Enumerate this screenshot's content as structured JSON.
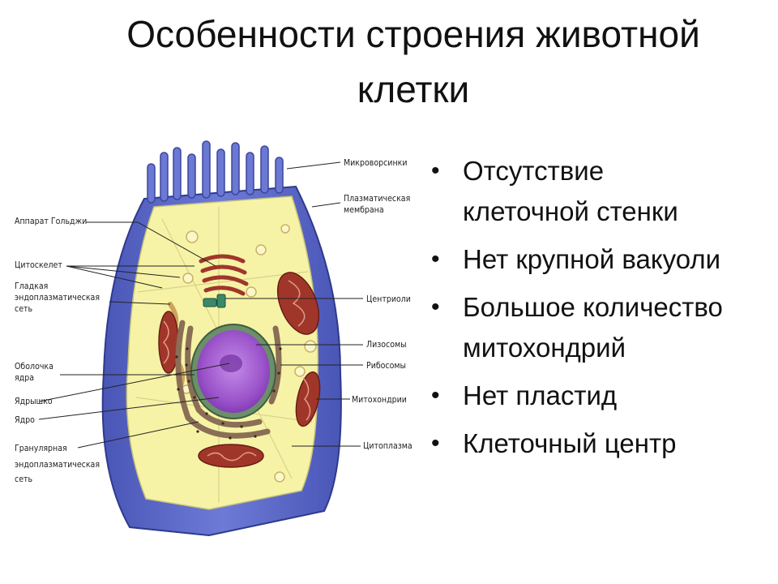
{
  "title": {
    "line1": "Особенности строения животной",
    "line2": "клетки"
  },
  "diagram": {
    "labels": {
      "microvilli": "Микроворсинки",
      "plasma_membrane_1": "Плазматическая",
      "plasma_membrane_2": "мембрана",
      "golgi": "Аппарат Гольджи",
      "cytoskeleton": "Цитоскелет",
      "smooth_er_1": "Гладкая",
      "smooth_er_2": "эндоплазматическая",
      "smooth_er_3": "сеть",
      "centrioles": "Центриоли",
      "lysosomes": "Лизосомы",
      "nuclear_envelope_1": "Оболочка",
      "nuclear_envelope_2": "ядра",
      "ribosomes": "Рибосомы",
      "nucleolus": "Ядрышко",
      "mitochondria": "Митохондрии",
      "nucleus": "Ядро",
      "rough_er_1": "Гранулярная",
      "rough_er_2": "эндоплазматическая",
      "rough_er_3": "сеть",
      "cytoplasm": "Цитоплазма"
    },
    "colors": {
      "outer": "#5866c4",
      "cytoplasm": "#f6f3a6",
      "nucleus": "#9a52c9",
      "mitochondria": "#a0362a",
      "er": "#8a6e55"
    }
  },
  "bullets": [
    {
      "line1": "Отсутствие",
      "line2": "клеточной стенки"
    },
    {
      "line1": "Нет крупной вакуоли"
    },
    {
      "line1": "Большое количество",
      "line2": "митохондрий"
    },
    {
      "line1": "Нет пластид"
    },
    {
      "line1": "Клеточный центр"
    }
  ]
}
